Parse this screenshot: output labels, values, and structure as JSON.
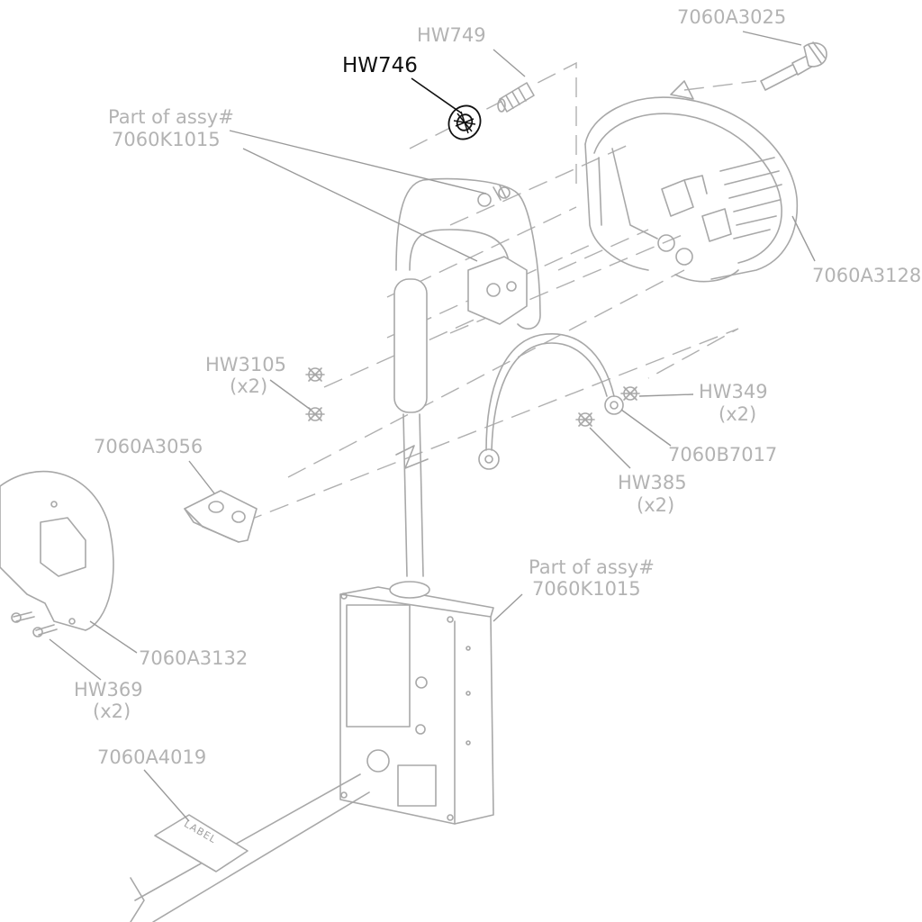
{
  "callouts": {
    "hw749": "HW749",
    "hw746": "HW746",
    "a3025": "7060A3025",
    "partof_top_1": "Part of assy#",
    "partof_top_2": "7060K1015",
    "a3128": "7060A3128",
    "hw3105_1": "HW3105",
    "hw3105_2": "(x2)",
    "hw349_1": "HW349",
    "hw349_2": "(x2)",
    "b7017": "7060B7017",
    "hw385_1": "HW385",
    "hw385_2": "(x2)",
    "a3056": "7060A3056",
    "partof_box_1": "Part of assy#",
    "partof_box_2": "7060K1015",
    "a3132": "7060A3132",
    "hw369_1": "HW369",
    "hw369_2": "(x2)",
    "a4019": "7060A4019"
  },
  "label_plate_text": "LABEL",
  "highlighted_part": "HW746",
  "colors": {
    "line_art": "#a8a8a8",
    "callout_text": "#b3b3b3",
    "highlight": "#111111"
  }
}
